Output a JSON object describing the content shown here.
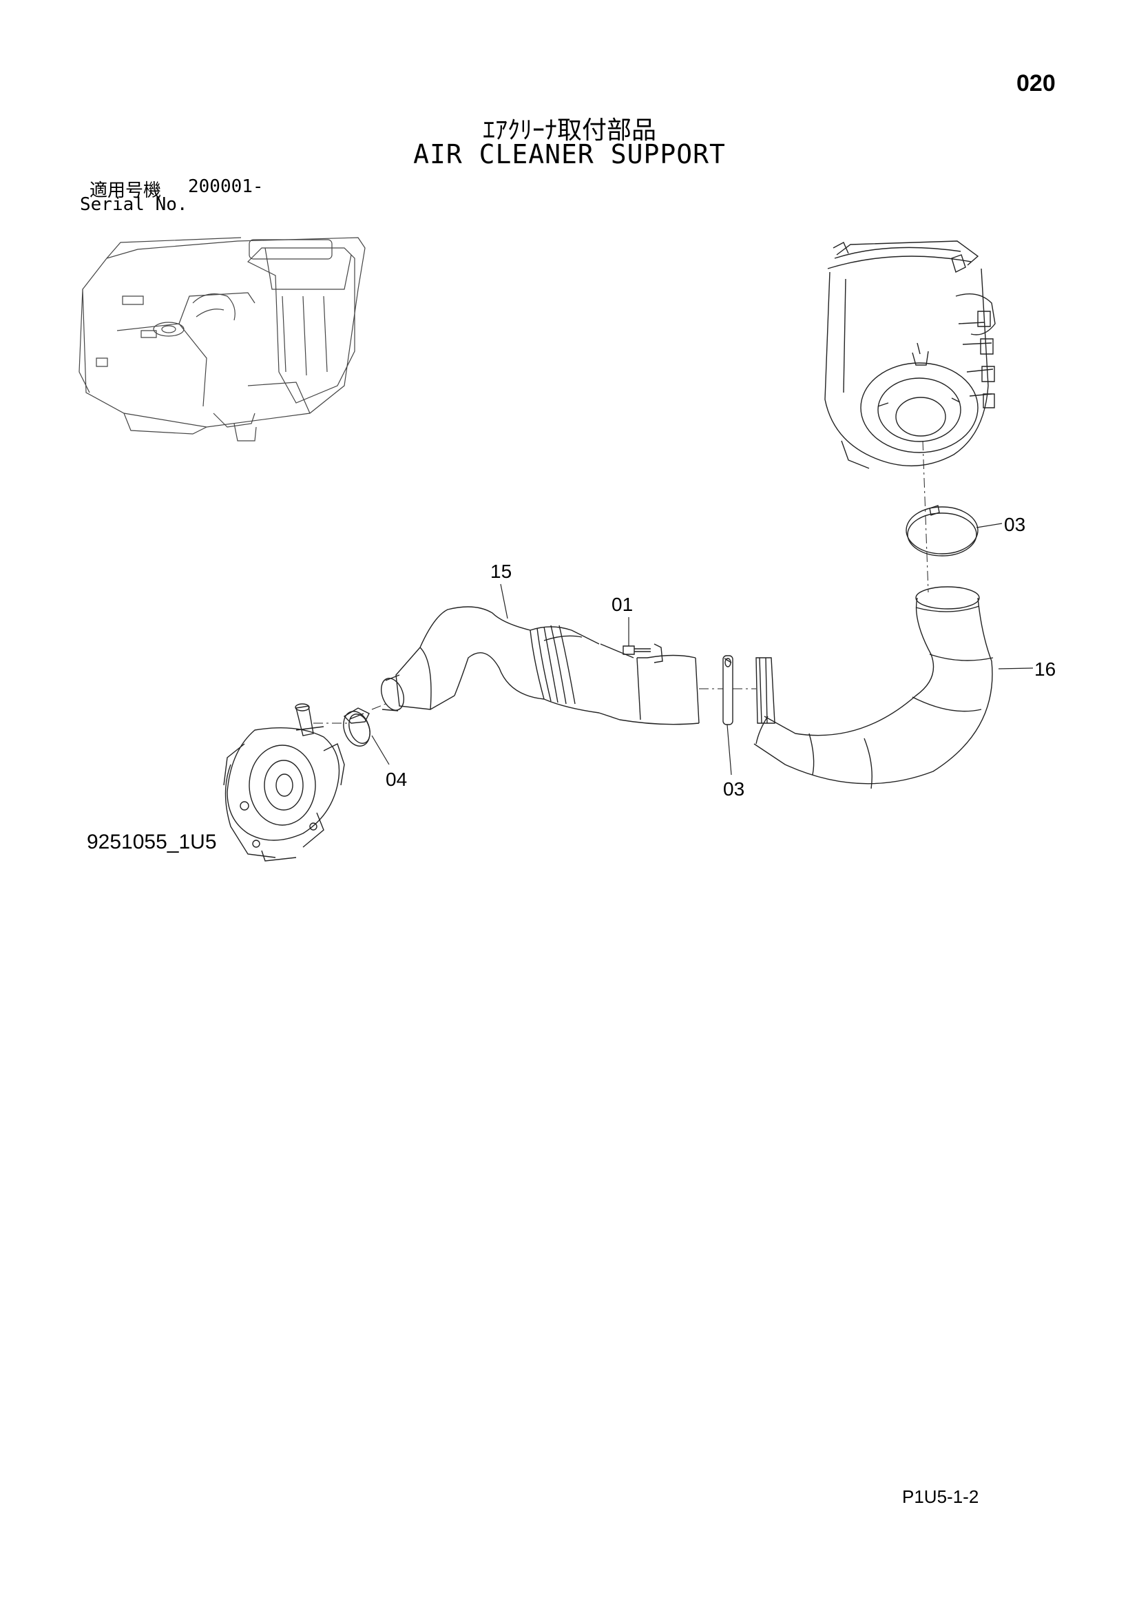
{
  "page_number": "020",
  "title_jp": "ｴｱｸﾘｰﾅ取付部品",
  "title_en": "AIR CLEANER SUPPORT",
  "serial": {
    "label_jp": "適用号機",
    "value": "200001-",
    "label_en": "Serial No."
  },
  "callouts": {
    "c01": "01",
    "c03_top": "03",
    "c03_bottom": "03",
    "c04": "04",
    "c15": "15",
    "c16": "16"
  },
  "drawing_id": "9251055_1U5",
  "page_ref": "P1U5-1-2"
}
